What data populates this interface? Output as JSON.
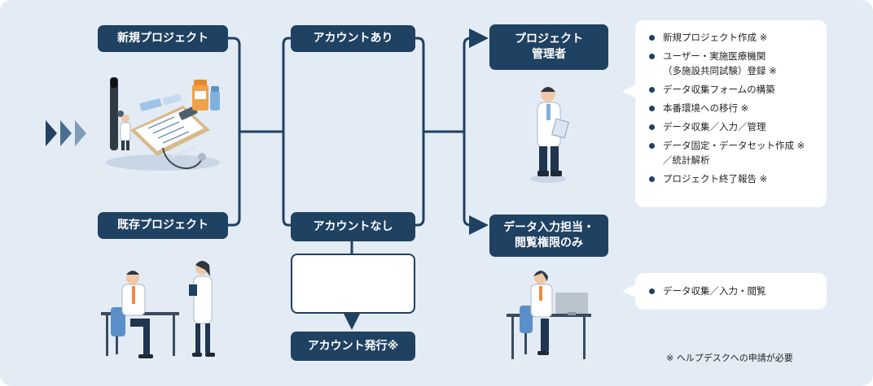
{
  "nodes": {
    "new_project": "新規プロジェクト",
    "existing_project": "既存プロジェクト",
    "has_account": "アカウントあり",
    "no_account": "アカウントなし",
    "issue_account": "アカウント発行※",
    "project_manager": "プロジェクト\n管理者",
    "data_entry_role": "データ入力担当・\n閲覧権限のみ"
  },
  "manager_tasks": [
    "新規プロジェクト作成 ※",
    "ユーザー・実施医療機関\n（多施設共同試験）登録 ※",
    "データ収集フォームの構築",
    "本番環境への移行 ※",
    "データ収集／入力／管理",
    "データ固定・データセット作成 ※\n／統計解析",
    "プロジェクト終了報告 ※"
  ],
  "entry_tasks": [
    "データ収集／入力・閲覧"
  ],
  "footnote": "※ ヘルプデスクへの申請が必要",
  "colors": {
    "primary": "#1f4162",
    "background": "#e3ebf5",
    "arrows": "#2c4f70"
  },
  "icons": [
    "triple-chevron-icon",
    "medical-supplies-illustration",
    "doctors-meeting-illustration",
    "manager-doctor-illustration",
    "data-entry-nurse-illustration"
  ]
}
